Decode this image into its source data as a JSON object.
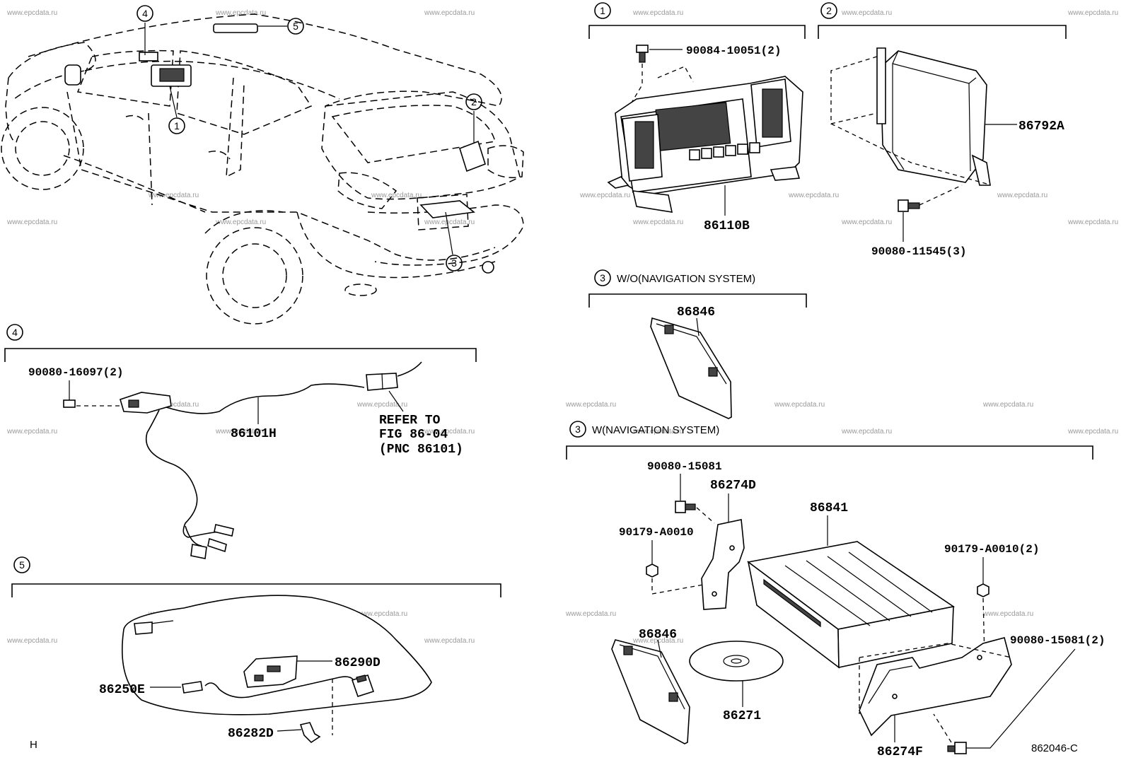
{
  "watermark": "www.epcdata.ru",
  "callouts": [
    "1",
    "2",
    "3",
    "4",
    "5"
  ],
  "sections": {
    "s1": {
      "number": "1"
    },
    "s2": {
      "number": "2"
    },
    "s3a": {
      "number": "3",
      "caption": "W/O(NAVIGATION SYSTEM)"
    },
    "s3b": {
      "number": "3",
      "caption": "W(NAVIGATION SYSTEM)"
    },
    "s4": {
      "number": "4"
    },
    "s5": {
      "number": "5"
    }
  },
  "parts": {
    "p90084_10051": "90084-10051(2)",
    "p86110B": "86110B",
    "p86792A": "86792A",
    "p90080_11545": "90080-11545(3)",
    "p86846_a": "86846",
    "p90080_16097": "90080-16097(2)",
    "p86101H": "86101H",
    "p90080_15081": "90080-15081",
    "p86274D": "86274D",
    "p86841": "86841",
    "p90179_A0010": "90179-A0010",
    "p90179_A0010_2": "90179-A0010(2)",
    "p86846_b": "86846",
    "p86271": "86271",
    "p90080_15081_2": "90080-15081(2)",
    "p86274F": "86274F",
    "p86290D": "86290D",
    "p86250E": "86250E",
    "p86282D": "86282D"
  },
  "reference": {
    "line1": "REFER TO",
    "line2": "FIG 86-04",
    "line3": "(PNC 86101)"
  },
  "corner_mark": "H",
  "figure_code": "862046-C"
}
